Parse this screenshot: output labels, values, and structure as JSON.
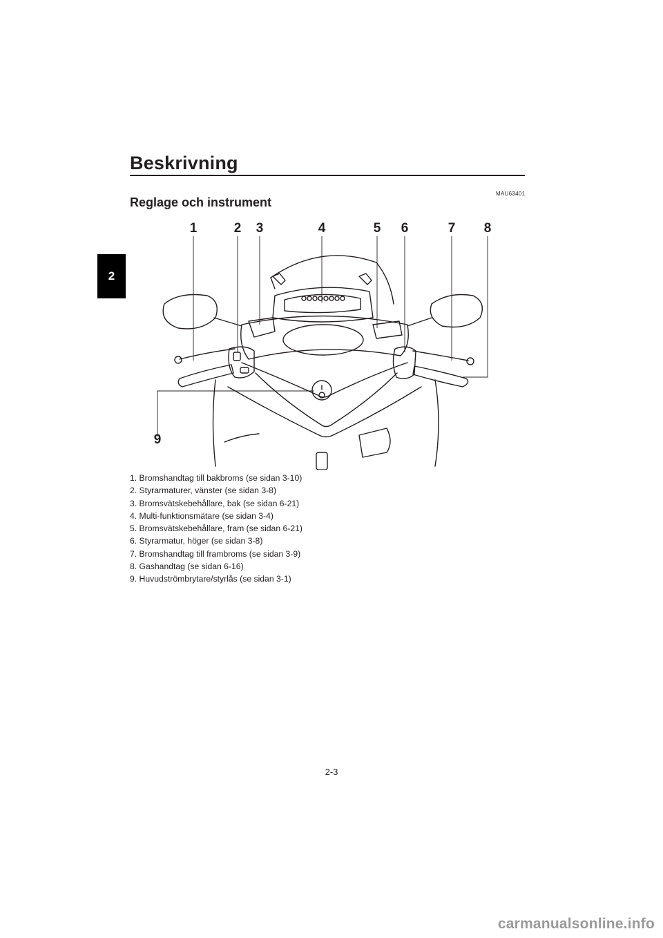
{
  "chapter_tab": "2",
  "page_title": "Beskrivning",
  "ref_code": "MAU63401",
  "section_heading": "Reglage och instrument",
  "callouts": [
    "1",
    "2",
    "3",
    "4",
    "5",
    "6",
    "7",
    "8",
    "9"
  ],
  "legend": [
    "1. Bromshandtag till bakbroms (se sidan 3-10)",
    "2. Styrarmaturer, vänster (se sidan 3-8)",
    "3. Bromsvätskebehållare, bak (se sidan 6-21)",
    "4. Multi-funktionsmätare (se sidan 3-4)",
    "5. Bromsvätskebehållare, fram (se sidan 6-21)",
    "6. Styrarmatur, höger (se sidan 3-8)",
    "7. Bromshandtag till frambroms (se sidan 3-9)",
    "8. Gashandtag (se sidan 6-16)",
    "9. Huvudströmbrytare/styrlås (se sidan 3-1)"
  ],
  "page_number": "2-3",
  "watermark": "carmanualsonline.info"
}
